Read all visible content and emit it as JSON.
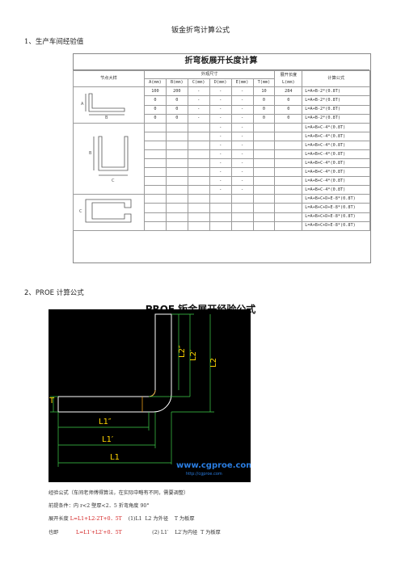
{
  "doc_title": "钣金折弯计算公式",
  "section1": "1、生产车间经验值",
  "section2": "2、PROE 计算公式",
  "table1": {
    "title": "折弯板展开长度计算",
    "header_part": "节点大样",
    "header_dims": "外观尺寸",
    "header_len": "展开长度L(mm)",
    "header_formula": "计算公式",
    "dim_cols": [
      "A(mm)",
      "B(mm)",
      "C(mm)",
      "D(mm)",
      "E(mm)",
      "T(mm)"
    ],
    "group1": [
      [
        "100",
        "200",
        "-",
        "-",
        "-",
        "10",
        "284",
        "L=A+B-2*(0.8T)"
      ],
      [
        "0",
        "0",
        "-",
        "-",
        "-",
        "0",
        "0",
        "L=A+B-2*(0.8T)"
      ],
      [
        "0",
        "0",
        "-",
        "-",
        "-",
        "0",
        "0",
        "L=A+B-2*(0.8T)"
      ],
      [
        "0",
        "0",
        "-",
        "-",
        "-",
        "0",
        "0",
        "L=A+B-2*(0.8T)"
      ]
    ],
    "group2": [
      [
        "",
        "",
        "",
        "-",
        "-",
        "",
        "",
        "L=A+B+C-4*(0.8T)"
      ],
      [
        "",
        "",
        "",
        "-",
        "-",
        "",
        "",
        "L=A+B+C-4*(0.8T)"
      ],
      [
        "",
        "",
        "",
        "-",
        "-",
        "",
        "",
        "L=A+B+C-4*(0.8T)"
      ],
      [
        "",
        "",
        "",
        "-",
        "-",
        "",
        "",
        "L=A+B+C-4*(0.8T)"
      ],
      [
        "",
        "",
        "",
        "-",
        "-",
        "",
        "",
        "L=A+B+C-4*(0.8T)"
      ],
      [
        "",
        "",
        "",
        "-",
        "-",
        "",
        "",
        "L=A+B+C-4*(0.8T)"
      ],
      [
        "",
        "",
        "",
        "-",
        "-",
        "",
        "",
        "L=A+B+C-4*(0.8T)"
      ],
      [
        "",
        "",
        "",
        "-",
        "-",
        "",
        "",
        "L=A+B+C-4*(0.8T)"
      ]
    ],
    "group3": [
      [
        "",
        "",
        "",
        "",
        "",
        "",
        "",
        "L=A+B+C+D+E-8*(0.8T)"
      ],
      [
        "",
        "",
        "",
        "",
        "",
        "",
        "",
        "L=A+B+C+D+E-8*(0.8T)"
      ],
      [
        "",
        "",
        "",
        "",
        "",
        "",
        "",
        "L=A+B+C+D+E-8*(0.8T)"
      ],
      [
        "",
        "",
        "",
        "",
        "",
        "",
        "",
        "L=A+B+C+D+E-8*(0.8T)"
      ]
    ]
  },
  "proe_title": "PROE 钣金展开经验公式",
  "cad": {
    "labels": {
      "T": "T",
      "L1pp": "L1″",
      "L1p": "L1′",
      "L1": "L1",
      "L2pp": "L2″",
      "L2p": "L2′",
      "L2": "L2"
    },
    "watermark_main": "www.cgproe.com",
    "watermark_sub": "http://cgproe.com"
  },
  "notes": {
    "line1": "经验公式（车间老师傅得算法，在实际中略有不同，需要调整）",
    "line2": "前提条件：内 r<2        壁厚<2．5    折弯角度 90°",
    "line3_prefix": "展开长度 ",
    "line3_formula": "L=L1+L2-2T+0．5T",
    "line3_note": "    (1)L1  L2 为外径    T 为板厚",
    "line4_prefix": "也即           ",
    "line4_formula": "L=L1′+L2′+0．5T",
    "line4_note": "                   (2) L1′    L2′为内径  T 为板厚"
  },
  "colors": {
    "cad_bg": "#000000",
    "cad_line": "#ffffff",
    "cad_dim": "#3fd14a",
    "cad_label": "#ffd400",
    "cad_orange": "#e69a1a",
    "watermark": "#2a7de1",
    "red_formula": "#d21b1b"
  }
}
